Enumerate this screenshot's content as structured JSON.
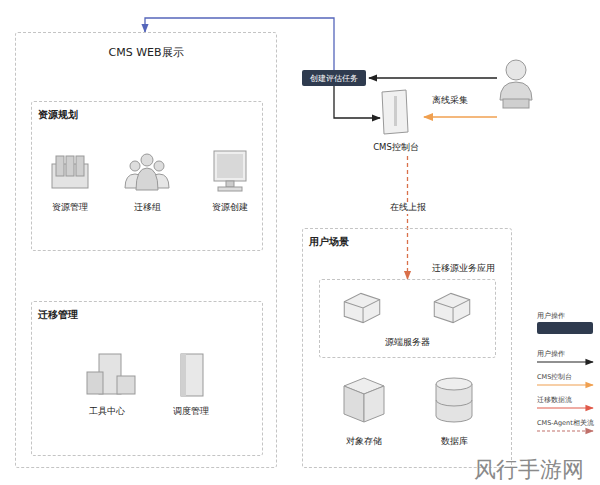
{
  "diagram": {
    "nodes": [
      {
        "text": [
          "CMS WEB展示"
        ]
      },
      {
        "text": [
          "资源规划"
        ],
        "in": 0
      },
      {
        "text": [
          "资源管理"
        ],
        "in": 1
      },
      {
        "text": [
          "迁移组"
        ],
        "in": 1
      },
      {
        "text": [
          "资源创建"
        ],
        "in": 1
      },
      {
        "text": [
          "迁移管理"
        ],
        "in": 0
      },
      {
        "text": [
          "工具中心"
        ],
        "in": 5
      },
      {
        "text": [
          "调度管理"
        ],
        "in": 5
      },
      {
        "text": [
          "创建评估任务"
        ]
      },
      {
        "text": [
          "CMS控制台"
        ]
      },
      {
        "text": [
          "用户场景"
        ]
      },
      {
        "text": [
          "迁移源业务应用",
          "源端服务器"
        ],
        "in": 10
      },
      {
        "text": [
          "对象存储"
        ],
        "in": 10
      },
      {
        "text": [
          "数据库"
        ],
        "in": 10
      }
    ],
    "edges": [
      {
        "from": 8,
        "to": 0,
        "arrow": "to"
      },
      {
        "from": 8,
        "to": 9,
        "arrow": "to"
      },
      {
        "from": 9,
        "to": 11,
        "label": "在线上报",
        "arrow": "to"
      }
    ],
    "labels": [
      "离线采集",
      "风行手游网"
    ],
    "legend": [
      {
        "text": "用户操作",
        "color": "#2f3b4f"
      },
      {
        "text": "用户操作"
      },
      {
        "text": "CMS控制台"
      },
      {
        "text": "迁移数据流"
      },
      {
        "text": "CMS-Agent相关流"
      }
    ]
  }
}
